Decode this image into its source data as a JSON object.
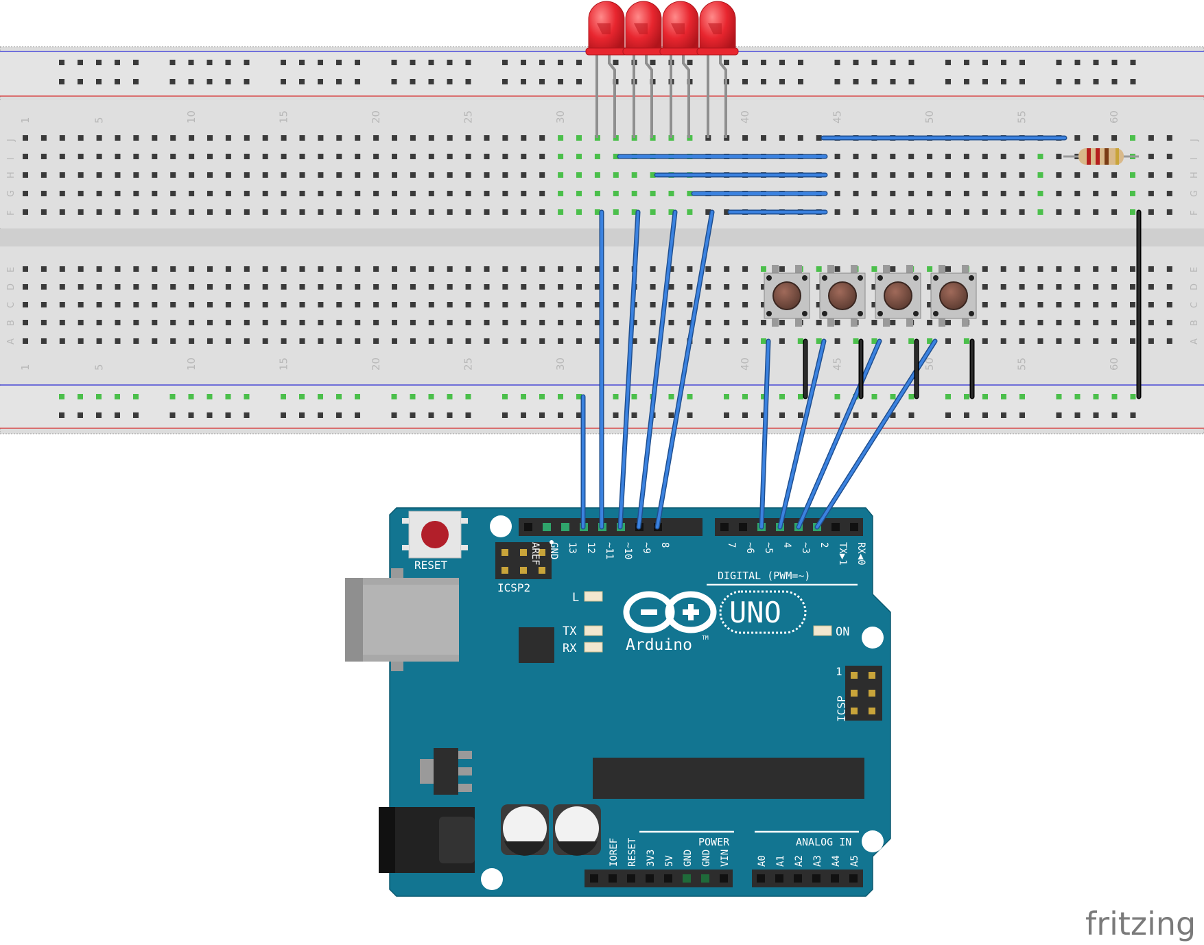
{
  "breadboard": {
    "column_numbers": [
      "1",
      "5",
      "10",
      "15",
      "20",
      "25",
      "30",
      "40",
      "45",
      "50",
      "55",
      "60"
    ],
    "row_letters_top": [
      "J",
      "I",
      "H",
      "G",
      "F"
    ],
    "row_letters_bottom": [
      "E",
      "D",
      "C",
      "B",
      "A"
    ]
  },
  "arduino": {
    "reset_label": "RESET",
    "icsp2_label": "ICSP2",
    "icsp_label": "ICSP",
    "icsp_pin1": "1",
    "digital_label": "DIGITAL (PWM=~)",
    "digital_pins": [
      "AREF",
      "GND",
      "13",
      "12",
      "~11",
      "~10",
      "~9",
      "8",
      "7",
      "~6",
      "~5",
      "4",
      "~3",
      "2",
      "TX▶1",
      "RX◀0"
    ],
    "led_l": "L",
    "led_tx": "TX",
    "led_rx": "RX",
    "led_on": "ON",
    "brand": "Arduino",
    "trademark": "TM",
    "model": "UNO",
    "power_label": "POWER",
    "power_pins": [
      "IOREF",
      "RESET",
      "3V3",
      "5V",
      "GND",
      "GND",
      "VIN"
    ],
    "analog_label": "ANALOG IN",
    "analog_pins": [
      "A0",
      "A1",
      "A2",
      "A3",
      "A4",
      "A5"
    ]
  },
  "watermark": "fritzing",
  "colors": {
    "board": "#127591",
    "breadboard": "#dcdcdc",
    "wire_blue": "#2a73d6",
    "wire_black": "#1b1b1b",
    "led": "#e8262f",
    "rail_blue": "#2c2cd6",
    "rail_red": "#d62c2c"
  }
}
